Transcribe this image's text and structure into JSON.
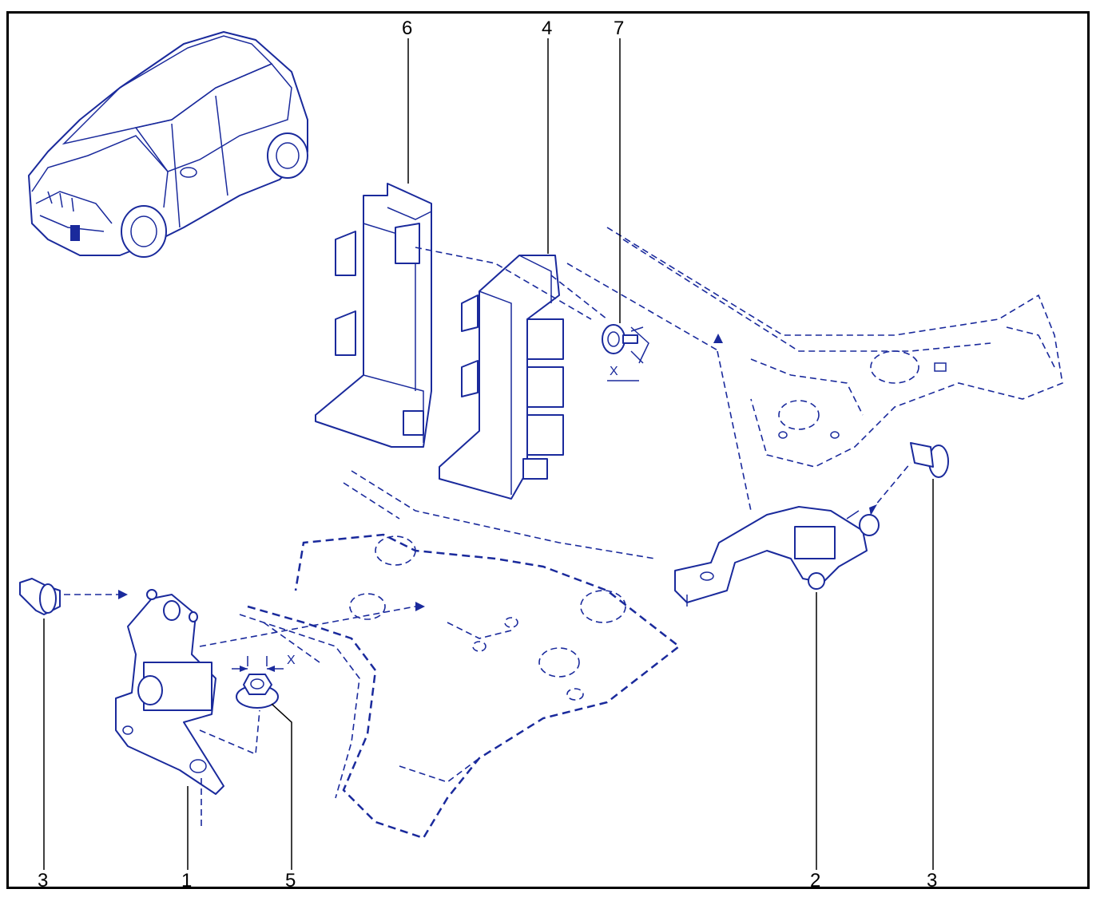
{
  "callouts": [
    {
      "id": "1",
      "text": "1"
    },
    {
      "id": "2",
      "text": "2"
    },
    {
      "id": "3a",
      "text": "3"
    },
    {
      "id": "3b",
      "text": "3"
    },
    {
      "id": "4",
      "text": "4"
    },
    {
      "id": "5",
      "text": "5"
    },
    {
      "id": "6",
      "text": "6"
    },
    {
      "id": "7",
      "text": "7"
    }
  ],
  "dimension_labels": {
    "nut_gap": "X",
    "bolt_gap": "X"
  },
  "colors": {
    "line": "#1a2a9c",
    "frame": "#000000"
  }
}
